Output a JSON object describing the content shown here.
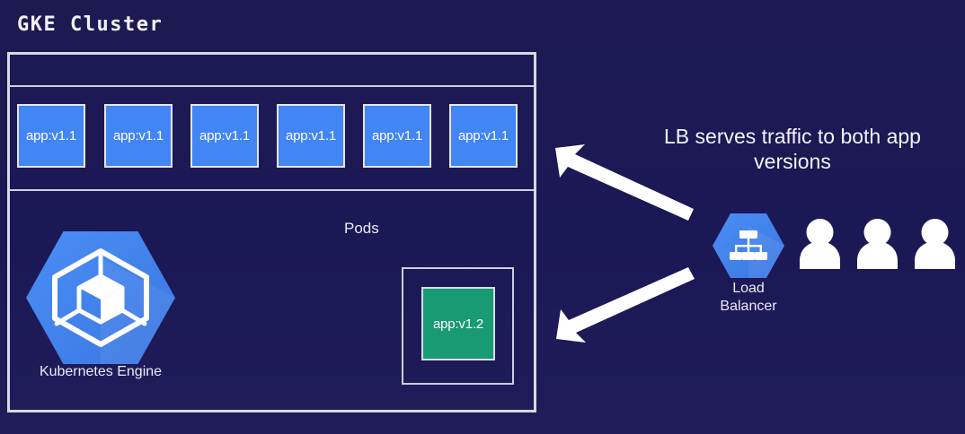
{
  "diagram": {
    "title": "GKE Cluster",
    "background_color": "#1b1856",
    "border_color": "#d9d8e4"
  },
  "cluster": {
    "pods_label": "Pods",
    "pods": [
      {
        "label": "app:v1.1",
        "color": "#4285f4"
      },
      {
        "label": "app:v1.1",
        "color": "#4285f4"
      },
      {
        "label": "app:v1.1",
        "color": "#4285f4"
      },
      {
        "label": "app:v1.1",
        "color": "#4285f4"
      },
      {
        "label": "app:v1.1",
        "color": "#4285f4"
      },
      {
        "label": "app:v1.1",
        "color": "#4285f4"
      }
    ],
    "canary_pod": {
      "label": "app:v1.2",
      "color": "#189a73"
    },
    "engine": {
      "label": "Kubernetes Engine",
      "icon": "kubernetes-engine-icon",
      "color": "#4285f4"
    }
  },
  "right": {
    "caption_line1": "LB serves traffic to both app",
    "caption_line2": "versions",
    "load_balancer": {
      "label_line1": "Load",
      "label_line2": "Balancer",
      "icon": "load-balancer-icon",
      "color": "#4285f4"
    },
    "users": [
      {
        "icon": "user-icon"
      },
      {
        "icon": "user-icon"
      },
      {
        "icon": "user-icon"
      }
    ]
  },
  "arrows": {
    "upper": {
      "icon": "arrow-upper-left-icon",
      "color": "#ffffff"
    },
    "lower": {
      "icon": "arrow-lower-left-icon",
      "color": "#ffffff"
    }
  }
}
